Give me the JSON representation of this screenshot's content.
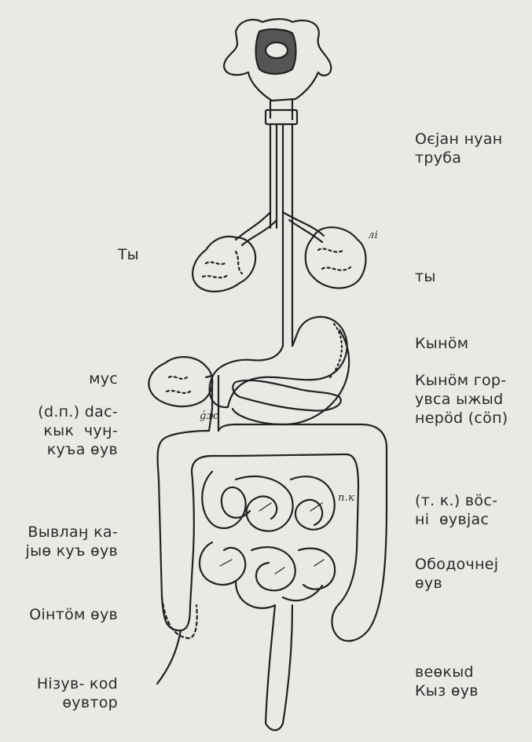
{
  "labels": {
    "esophagus": "Оєјан нуан\nтруба",
    "liver_left": "Ты",
    "liver_right": "ты",
    "stomach": "Кынӧм",
    "pancreas": "Кынӧм гор-\nувса ыжыd\nнерӧd (сӧп)",
    "gallbladder": "мус",
    "bile_duct": "(d.п.) dac-\nкык  чуӈ-\nкуъа ɵув",
    "duodenum": "(т. к.) вӧс-\nні  ɵувјас",
    "small_intestine": "Вывлаӈ ка-\nјыɵ куъ ɵув",
    "colon": "Ободочнеј\nɵув",
    "caecum": "Оінтӧм ɵув",
    "appendix": "Нізув- коd\nɵувтор",
    "rectum": "веɵкыd\nКыз ɵув"
  },
  "annotations": {
    "lung": "лі",
    "duct": "ǵж",
    "bowel": "п.к"
  }
}
